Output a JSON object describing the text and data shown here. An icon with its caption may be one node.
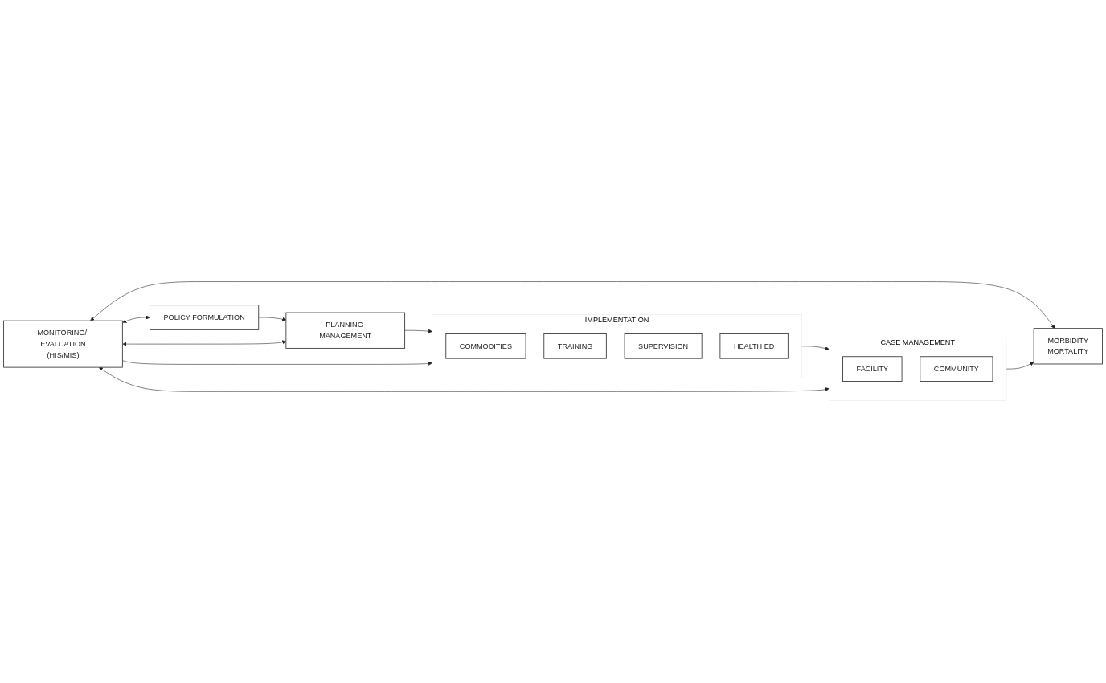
{
  "diagram": {
    "nodes": [
      {
        "text": [
          "POLICY FORMULATION"
        ]
      },
      {
        "text": [
          "PLANNING MANAGEMENT"
        ]
      },
      {
        "text": [
          "IMPLEMENTATION"
        ]
      },
      {
        "text": [
          "COMMODITIES"
        ],
        "in": 2
      },
      {
        "text": [
          "TRAINING"
        ],
        "in": 2
      },
      {
        "text": [
          "SUPERVISION"
        ],
        "in": 2
      },
      {
        "text": [
          "HEALTH ED"
        ],
        "in": 2
      },
      {
        "text": [
          "CASE MANAGEMENT"
        ]
      },
      {
        "text": [
          "FACILITY"
        ],
        "in": 7
      },
      {
        "text": [
          "COMMUNITY"
        ],
        "in": 7
      },
      {
        "text": [
          "MORBIDITY",
          "MORTALITY"
        ]
      },
      {
        "text": [
          "MONITORING/ EVALUATION",
          "(HIS/MIS)"
        ]
      }
    ],
    "edges": [
      {
        "from": 0,
        "to": 1,
        "arrow": "to"
      },
      {
        "from": 1,
        "to": 2,
        "arrow": "to"
      },
      {
        "from": 2,
        "to": 7,
        "arrow": "to"
      },
      {
        "from": 7,
        "to": 10,
        "arrow": "to"
      },
      {
        "from": 11,
        "to": 0,
        "arrow": "both"
      },
      {
        "from": 11,
        "to": 1,
        "arrow": "both"
      },
      {
        "from": 11,
        "to": 2,
        "arrow": "to"
      },
      {
        "from": 11,
        "to": 7,
        "arrow": "both"
      },
      {
        "from": 11,
        "to": 10,
        "arrow": "both"
      }
    ]
  }
}
